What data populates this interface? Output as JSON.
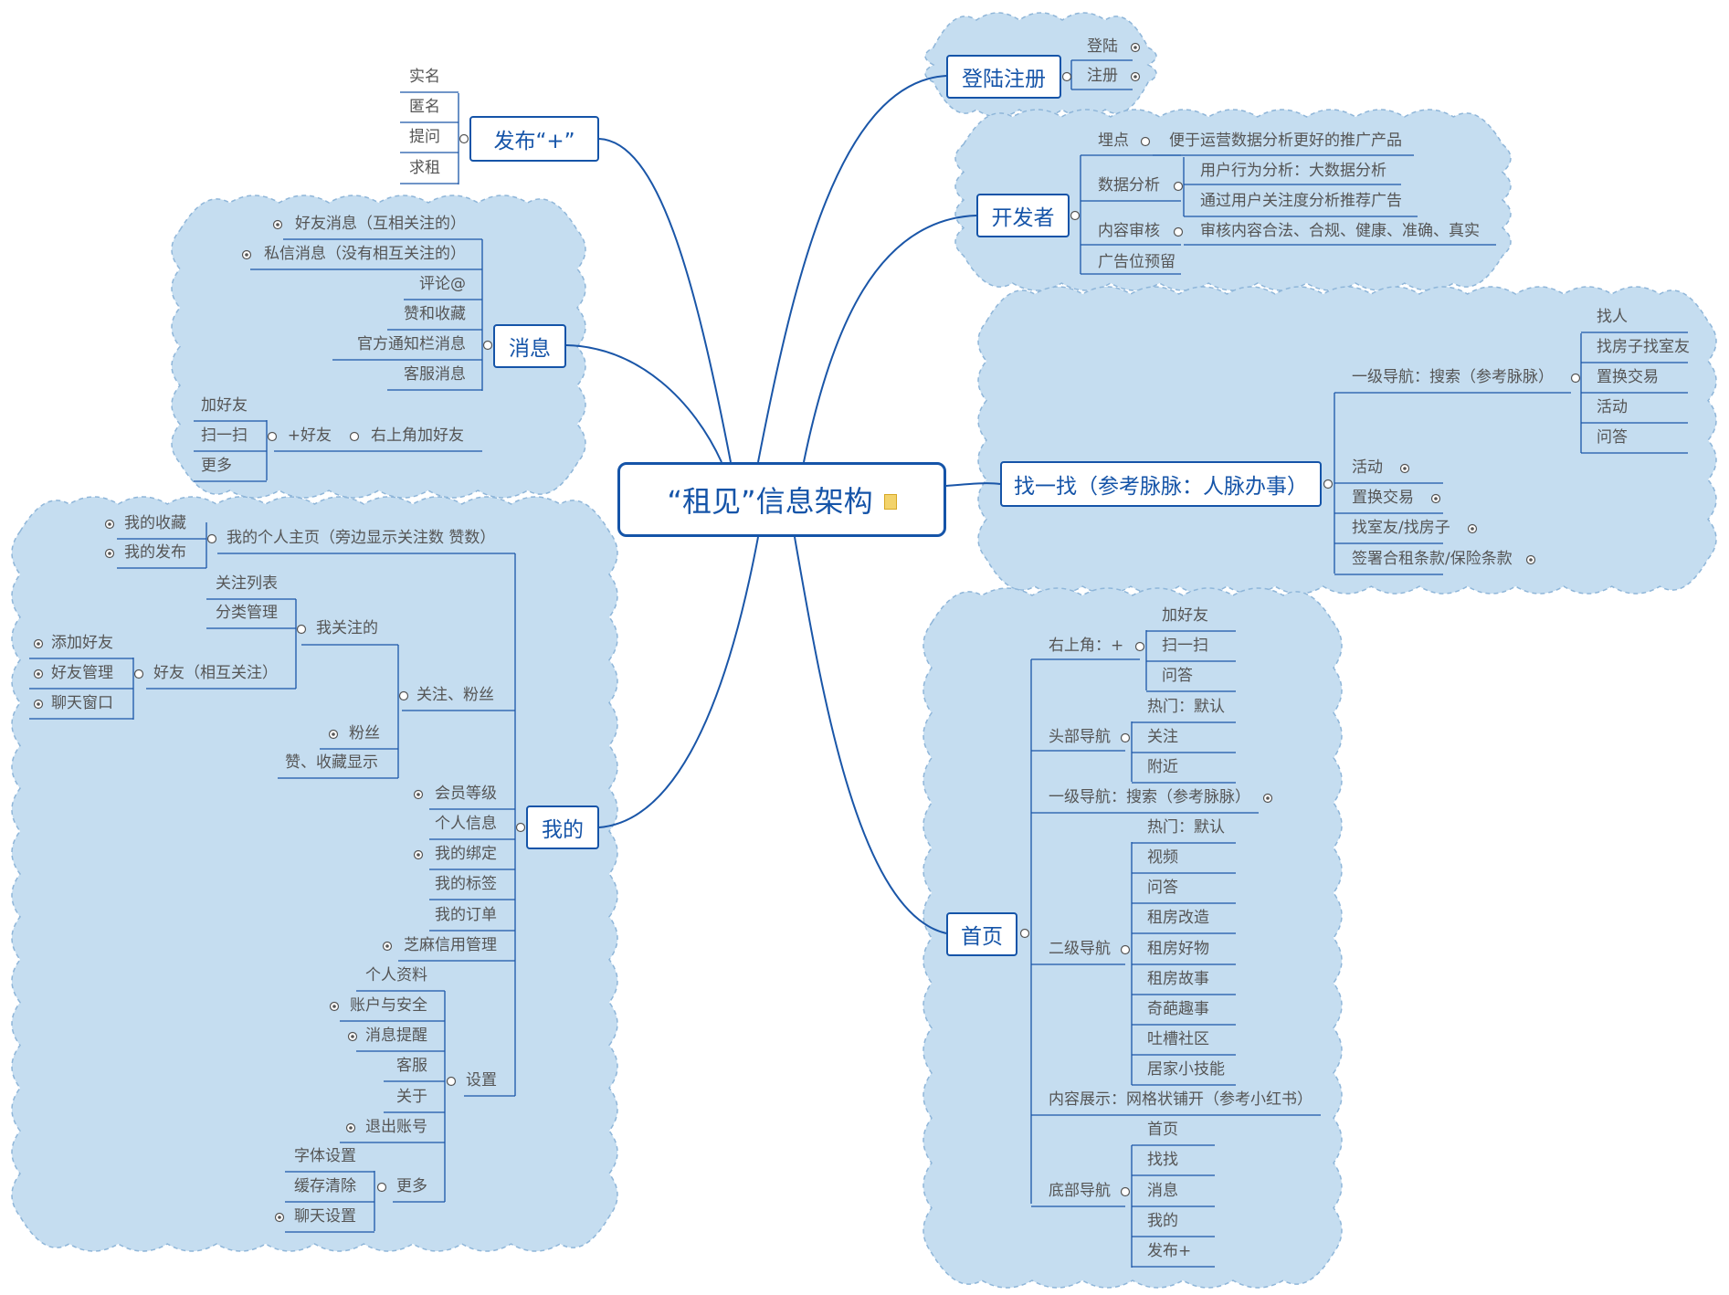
{
  "central": {
    "title": "“租见”信息架构"
  },
  "branches": {
    "login": {
      "title": "登陆注册",
      "items": [
        "登陆",
        "注册"
      ]
    },
    "dev": {
      "title": "开发者",
      "items": [
        {
          "label": "埋点",
          "children": [
            "便于运营数据分析更好的推广产品"
          ]
        },
        {
          "label": "数据分析",
          "children": [
            "用户行为分析：大数据分析",
            "通过用户关注度分析推荐广告"
          ]
        },
        {
          "label": "内容审核",
          "children": [
            "审核内容合法、合规、健康、准确、真实"
          ]
        },
        {
          "label": "广告位预留",
          "children": []
        }
      ]
    },
    "find": {
      "title": "找一找（参考脉脉：人脉办事）",
      "nav_label": "一级导航：搜索（参考脉脉）",
      "nav_children": [
        "找人",
        "找房子找室友",
        "置换交易",
        "活动",
        "问答"
      ],
      "items": [
        "活动",
        "置换交易",
        "找室友/找房子",
        "签署合租条款/保险条款"
      ]
    },
    "home": {
      "title": "首页",
      "corner_label": "右上角：+",
      "corner_children": [
        "加好友",
        "扫一扫",
        "问答"
      ],
      "head_nav_label": "头部导航",
      "head_nav_children": [
        "热门：默认",
        "关注",
        "附近"
      ],
      "level1_label": "一级导航：搜索（参考脉脉）",
      "level2_label": "二级导航",
      "level2_children": [
        "热门：默认",
        "视频",
        "问答",
        "租房改造",
        "租房好物",
        "租房故事",
        "奇葩趣事",
        "吐槽社区",
        "居家小技能"
      ],
      "content_label": "内容展示：网格状铺开（参考小红书）",
      "bottom_nav_label": "底部导航",
      "bottom_nav_children": [
        "首页",
        "找找",
        "消息",
        "我的",
        "发布+"
      ]
    },
    "publish": {
      "title": "发布“+”",
      "items": [
        "实名",
        "匿名",
        "提问",
        "求租"
      ]
    },
    "message": {
      "title": "消息",
      "items": [
        "好友消息（互相关注的）",
        "私信消息（没有相互关注的）",
        "评论@",
        "赞和收藏",
        "官方通知栏消息",
        "客服消息"
      ],
      "corner_label": "右上角加好友",
      "plus_label": "+好友",
      "plus_children": [
        "加好友",
        "扫一扫",
        "更多"
      ]
    },
    "mine": {
      "title": "我的",
      "homepage_label": "我的个人主页（旁边显示关注数 赞数）",
      "homepage_children": [
        "我的收藏",
        "我的发布"
      ],
      "follow_label": "关注、粉丝",
      "my_follow_label": "我关注的",
      "my_follow_children": [
        "关注列表",
        "分类管理"
      ],
      "friends_label": "好友（相互关注）",
      "friends_children": [
        "添加好友",
        "好友管理",
        "聊天窗口"
      ],
      "fans_label": "粉丝",
      "likes_label": "赞、收藏显示",
      "items": [
        "会员等级",
        "个人信息",
        "我的绑定",
        "我的标签",
        "我的订单",
        "芝麻信用管理"
      ],
      "settings_label": "设置",
      "settings_children": [
        "个人资料",
        "账户与安全",
        "消息提醒",
        "客服",
        "关于",
        "退出账号"
      ],
      "more_label": "更多",
      "more_children": [
        "字体设置",
        "缓存清除",
        "聊天设置"
      ]
    }
  }
}
